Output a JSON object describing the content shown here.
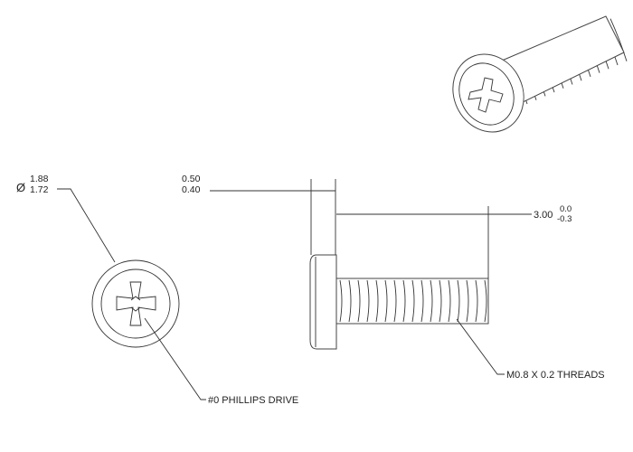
{
  "drawing": {
    "diameter_symbol": "Ø",
    "diameter_max": "1.88",
    "diameter_min": "1.72",
    "head_height_max": "0.50",
    "head_height_min": "0.40",
    "length_nominal": "3.00",
    "length_tol_upper": "0.0",
    "length_tol_lower": "-0.3",
    "drive_callout": "#0 PHILLIPS DRIVE",
    "thread_callout": "M0.8 X 0.2 THREADS"
  }
}
